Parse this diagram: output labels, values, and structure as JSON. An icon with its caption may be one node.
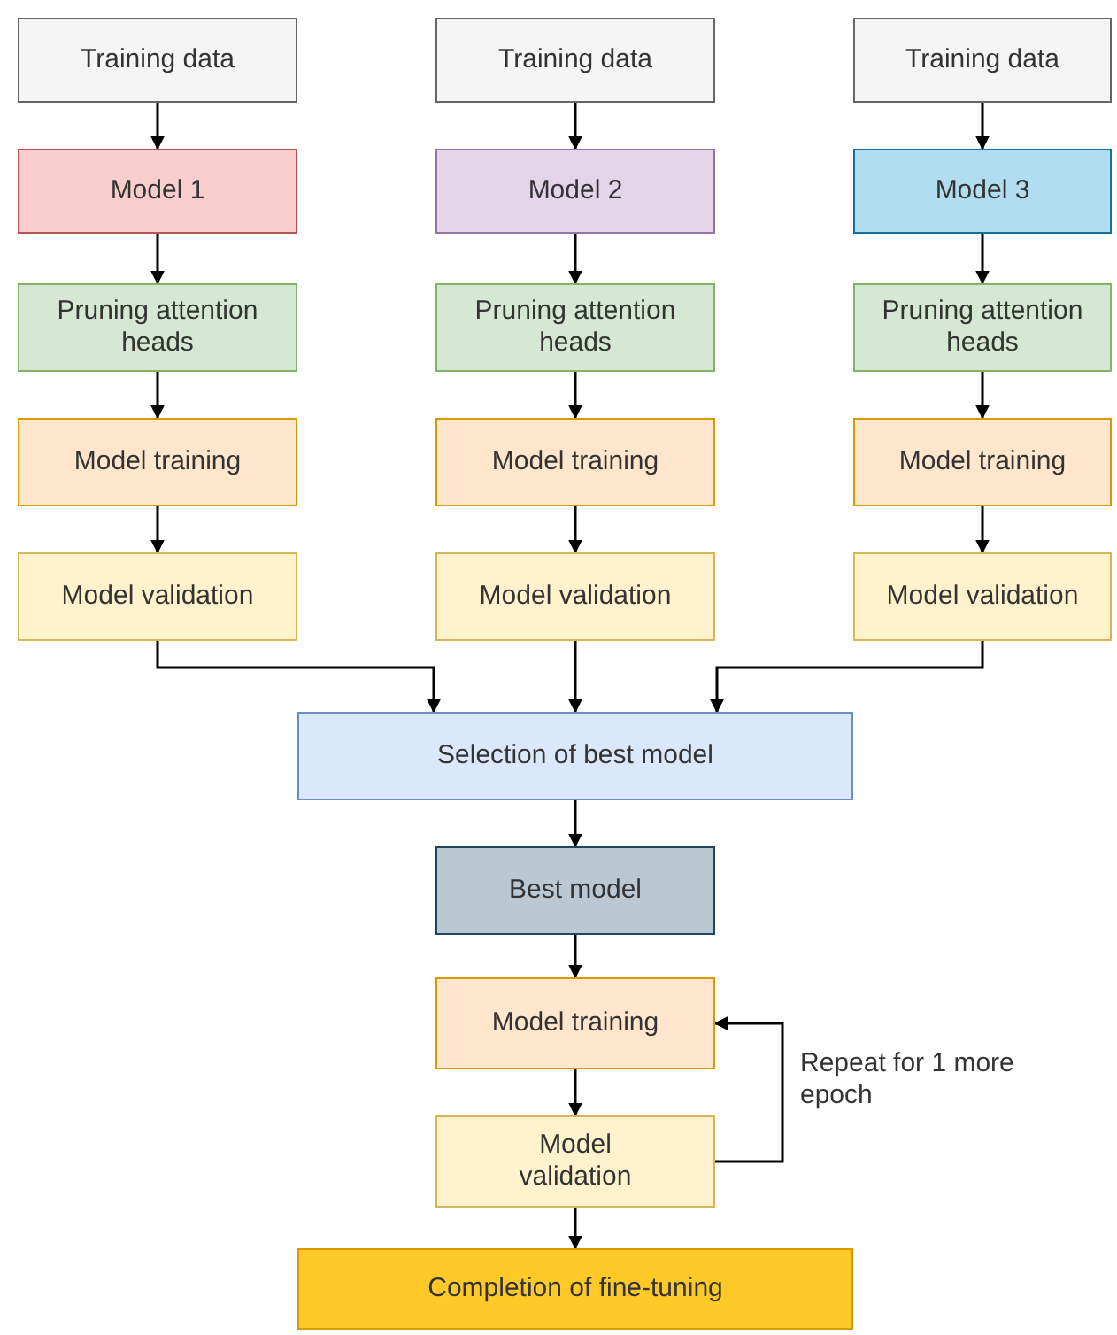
{
  "diagram": {
    "nodes": [
      {
        "text": [
          "Training data"
        ]
      },
      {
        "text": [
          "Training data"
        ]
      },
      {
        "text": [
          "Training data"
        ]
      },
      {
        "text": [
          "Model 1"
        ]
      },
      {
        "text": [
          "Model 2"
        ]
      },
      {
        "text": [
          "Model 3"
        ]
      },
      {
        "text": [
          "Pruning attention heads"
        ]
      },
      {
        "text": [
          "Pruning attention heads"
        ]
      },
      {
        "text": [
          "Pruning attention heads"
        ]
      },
      {
        "text": [
          "Model training"
        ]
      },
      {
        "text": [
          "Model training"
        ]
      },
      {
        "text": [
          "Model training"
        ]
      },
      {
        "text": [
          "Model validation"
        ]
      },
      {
        "text": [
          "Model validation"
        ]
      },
      {
        "text": [
          "Model validation"
        ]
      },
      {
        "text": [
          "Selection of best model"
        ]
      },
      {
        "text": [
          "Best model"
        ]
      },
      {
        "text": [
          "Model training"
        ]
      },
      {
        "text": [
          "Model validation"
        ]
      },
      {
        "text": [
          "Completion of fine-tuning"
        ]
      }
    ],
    "edges": [
      {
        "from": 0,
        "to": 3,
        "arrow": "to"
      },
      {
        "from": 1,
        "to": 4,
        "arrow": "to"
      },
      {
        "from": 2,
        "to": 5,
        "arrow": "to"
      },
      {
        "from": 3,
        "to": 6,
        "arrow": "to"
      },
      {
        "from": 4,
        "to": 7,
        "arrow": "to"
      },
      {
        "from": 5,
        "to": 8,
        "arrow": "to"
      },
      {
        "from": 6,
        "to": 9,
        "arrow": "to"
      },
      {
        "from": 7,
        "to": 10,
        "arrow": "to"
      },
      {
        "from": 8,
        "to": 11,
        "arrow": "to"
      },
      {
        "from": 9,
        "to": 12,
        "arrow": "to"
      },
      {
        "from": 10,
        "to": 13,
        "arrow": "to"
      },
      {
        "from": 11,
        "to": 14,
        "arrow": "to"
      },
      {
        "from": 12,
        "to": 15,
        "arrow": "to"
      },
      {
        "from": 13,
        "to": 15,
        "arrow": "to"
      },
      {
        "from": 14,
        "to": 15,
        "arrow": "to"
      },
      {
        "from": 15,
        "to": 16,
        "arrow": "to"
      },
      {
        "from": 16,
        "to": 17,
        "arrow": "to"
      },
      {
        "from": 17,
        "to": 18,
        "arrow": "to"
      },
      {
        "from": 18,
        "to": 17,
        "arrow": "to",
        "label": "Repeat for 1 more epoch"
      },
      {
        "from": 18,
        "to": 19,
        "arrow": "to"
      }
    ]
  }
}
